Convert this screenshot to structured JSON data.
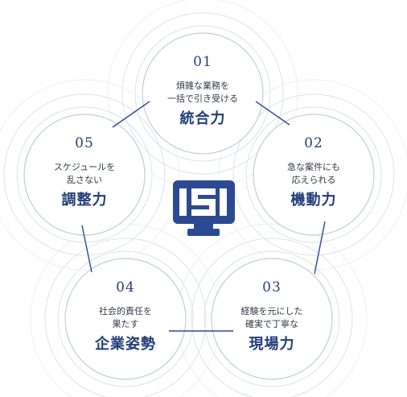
{
  "nodes": [
    {
      "number": "01",
      "description": "煩雑な業務を\n一括で引き受ける",
      "title": "統合力"
    },
    {
      "number": "02",
      "description": "急な案件にも\n応えられる",
      "title": "機動力"
    },
    {
      "number": "03",
      "description": "経験を元にした\n確実で丁寧な",
      "title": "現場力"
    },
    {
      "number": "04",
      "description": "社会的責任を\n果たす",
      "title": "企業姿勢"
    },
    {
      "number": "05",
      "description": "スケジュールを\n乱さない",
      "title": "調整力"
    }
  ],
  "center_logo": {
    "icon": "si-company-logo-icon",
    "color": "#2b4a91"
  },
  "colors": {
    "accent": "#233d78",
    "ring": "#d6dbe6",
    "connector": "#2a4a8c"
  }
}
